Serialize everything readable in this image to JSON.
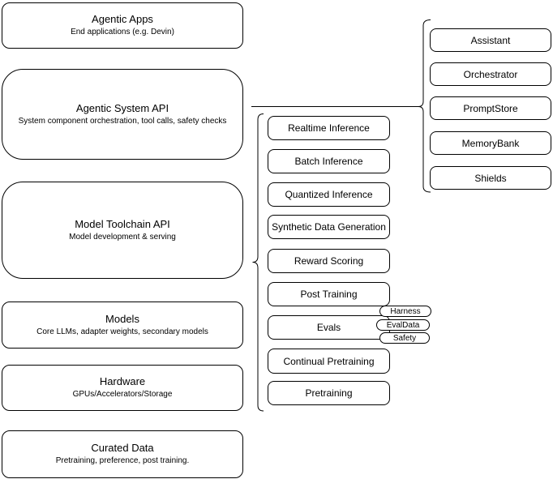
{
  "diagram": {
    "left_column": [
      {
        "title": "Agentic Apps",
        "subtitle": "End applications (e.g. Devin)"
      },
      {
        "title": "Agentic System API",
        "subtitle": "System component orchestration, tool calls, safety checks"
      },
      {
        "title": "Model Toolchain API",
        "subtitle": "Model development & serving"
      },
      {
        "title": "Models",
        "subtitle": "Core LLMs, adapter weights, secondary models"
      },
      {
        "title": "Hardware",
        "subtitle": "GPUs/Accelerators/Storage"
      },
      {
        "title": "Curated Data",
        "subtitle": "Pretraining, preference, post training."
      }
    ],
    "toolchain_items": [
      "Realtime Inference",
      "Batch Inference",
      "Quantized Inference",
      "Synthetic Data Generation",
      "Reward Scoring",
      "Post Training",
      "Evals",
      "Continual Pretraining",
      "Pretraining"
    ],
    "evals_tags": [
      "Harness",
      "EvalData",
      "Safety"
    ],
    "system_components": [
      "Assistant",
      "Orchestrator",
      "PromptStore",
      "MemoryBank",
      "Shields"
    ],
    "colors": {
      "stroke": "#000000",
      "background": "#ffffff",
      "text": "#000000"
    }
  }
}
